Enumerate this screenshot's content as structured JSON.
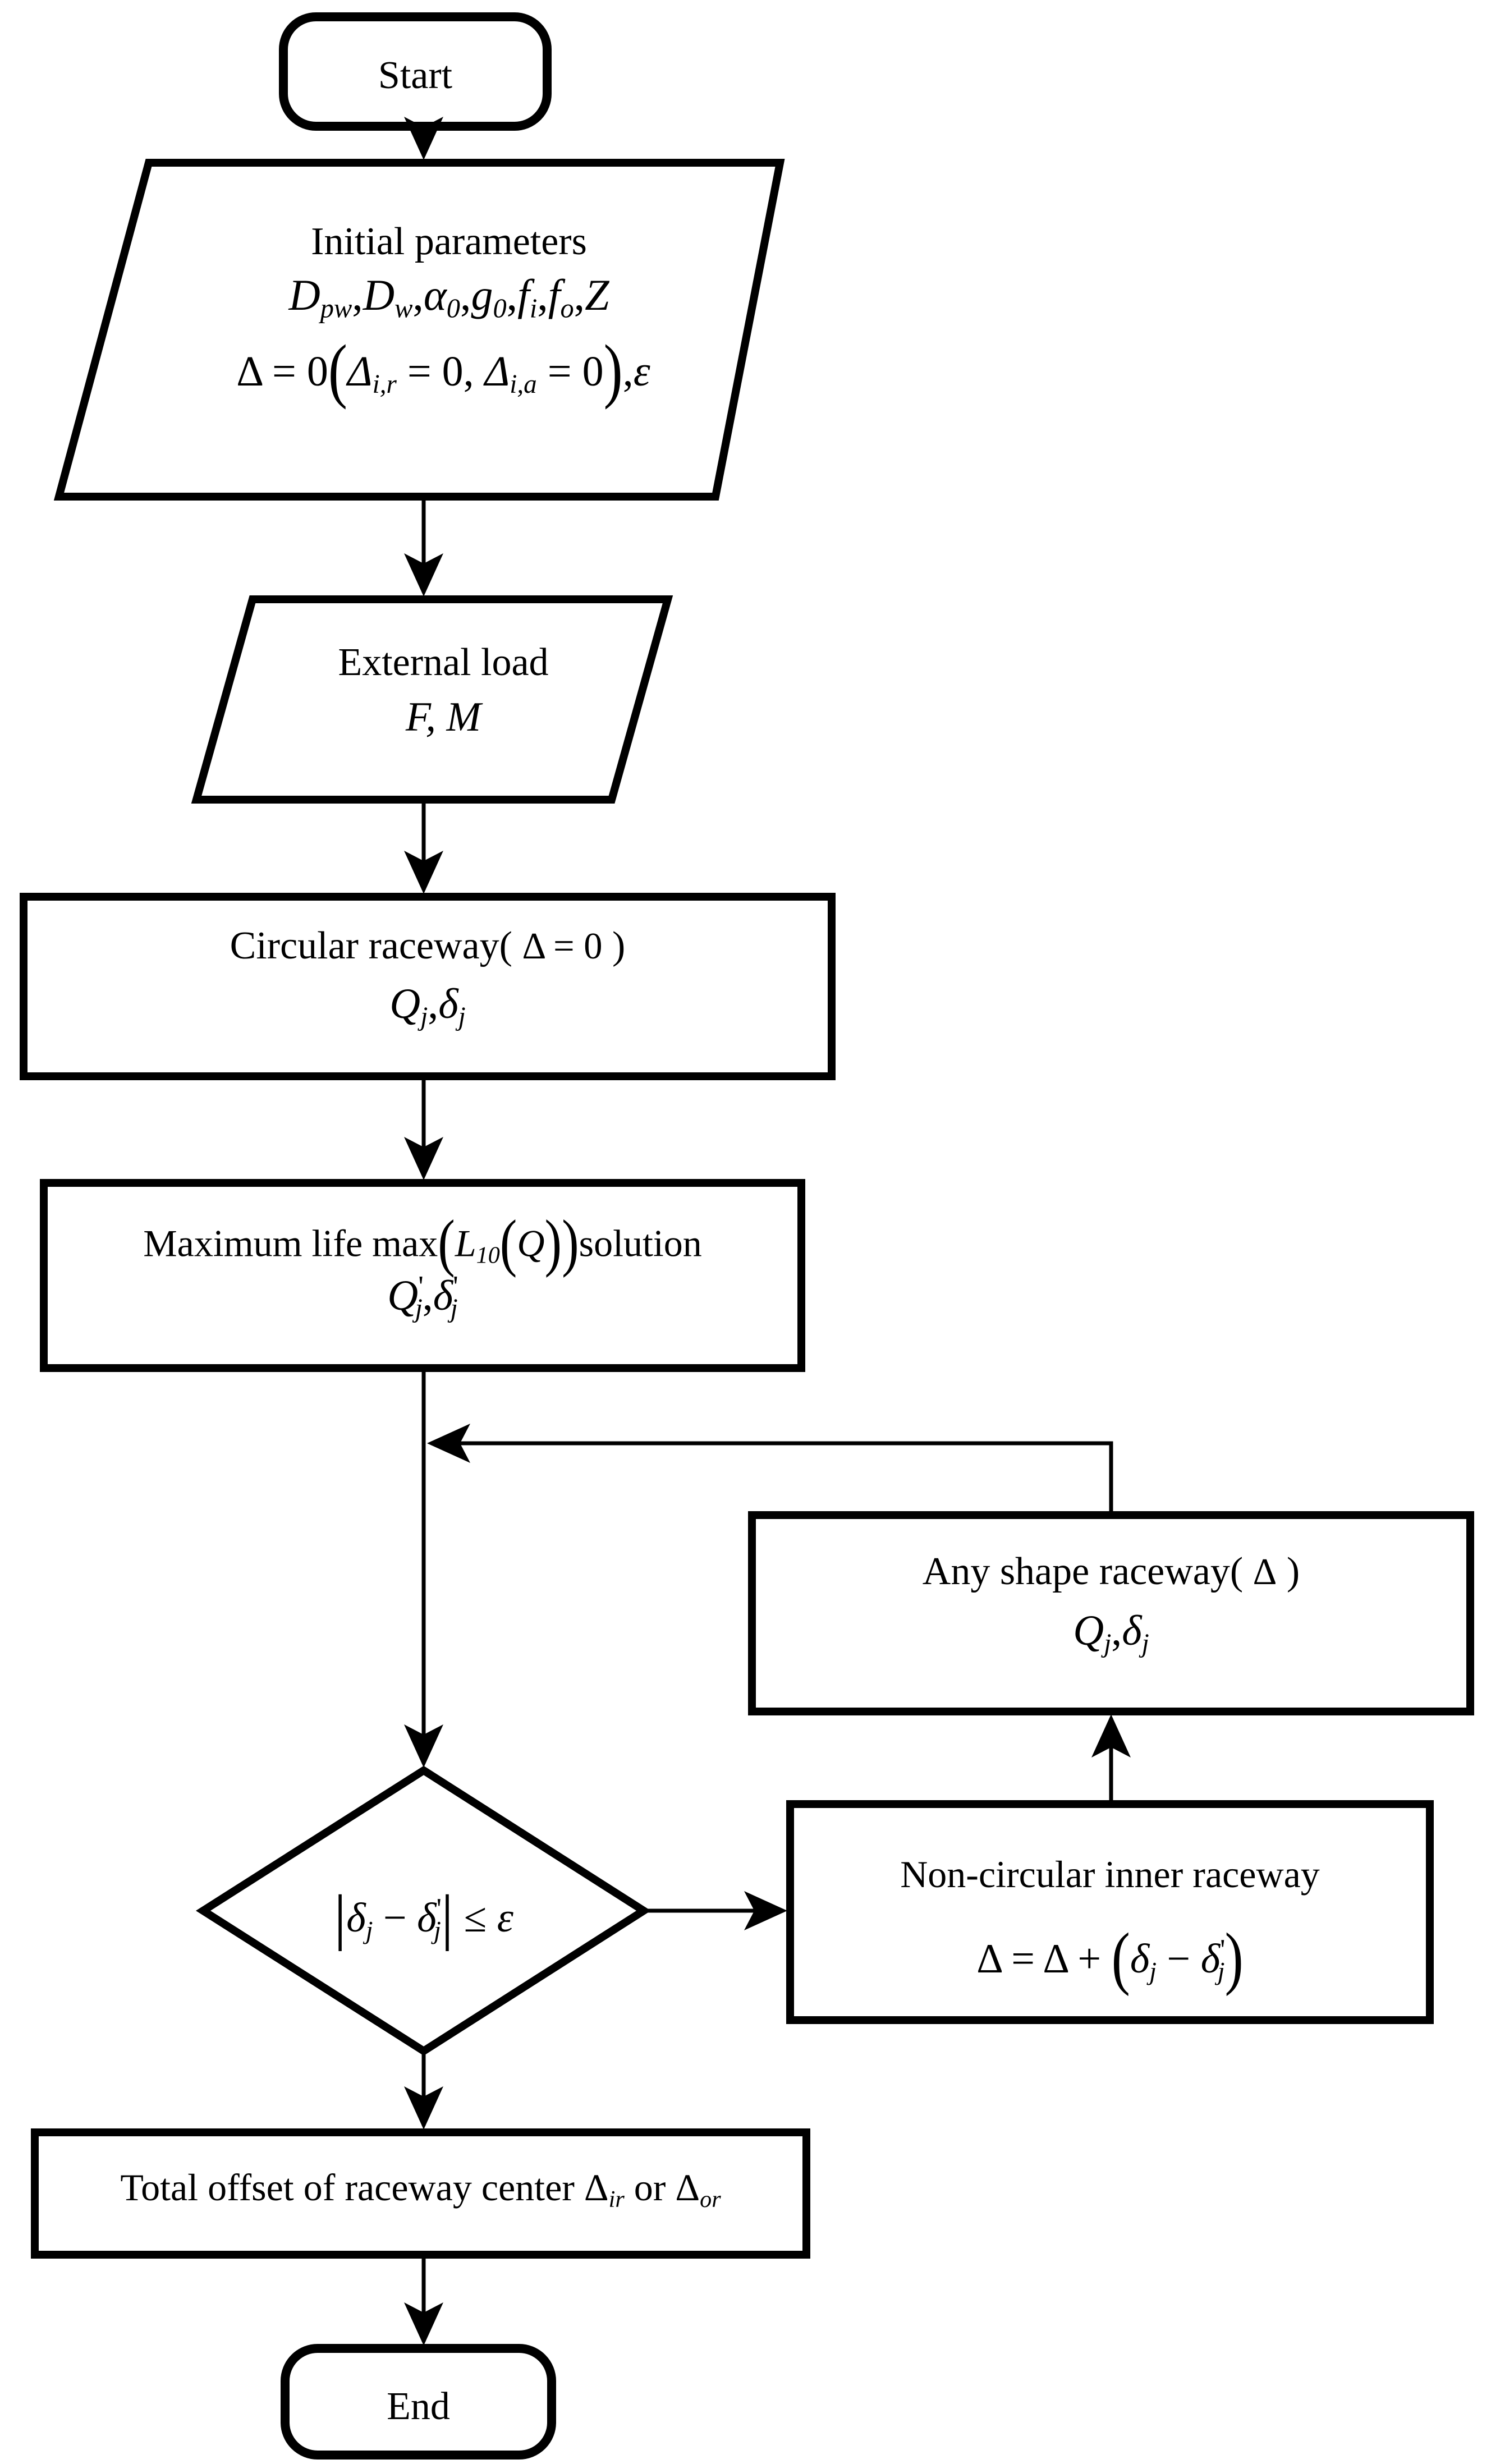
{
  "diagram": {
    "title": "Bearing raceway offset iterative solution flowchart",
    "stroke_color": "#000000",
    "fill_color": "#ffffff"
  },
  "nodes": {
    "start": {
      "shape": "terminator",
      "label": "Start"
    },
    "initial_parameters": {
      "shape": "parallelogram",
      "line1": "Initial parameters",
      "line2_math": "D",
      "line2_sub1": "pw",
      "line2_b": "D",
      "line2_sub2": "w",
      "line2_c": "α",
      "line2_sub3": "0",
      "line2_d": "g",
      "line2_sub4": "0",
      "line2_e": "f",
      "line2_sub5": "i",
      "line2_f": "f",
      "line2_sub6": "o",
      "line2_g": "Z",
      "line3_a": "Δ = 0",
      "line3_b": "Δ",
      "line3_sub1": "i,r",
      "line3_c": " = 0, ",
      "line3_d": "Δ",
      "line3_sub2": "i,a",
      "line3_e": " = 0",
      "line3_f": ", ε",
      "plain_line2": "D_pw , D_w , α_0 , g_0 , f_i , f_o , Z",
      "plain_line3": "Δ = 0(Δ_i,r = 0, Δ_i,a = 0), ε"
    },
    "external_load": {
      "shape": "parallelogram",
      "line1": "External load",
      "line2": "F,  M"
    },
    "circular_raceway": {
      "shape": "process",
      "line1_a": "Circular raceway( ",
      "line1_b": "Δ = 0",
      "line1_c": " )",
      "line2_q": "Q",
      "line2_qsub": "j",
      "line2_sep": ",",
      "line2_d": "δ",
      "line2_dsub": "j",
      "plain_line1": "Circular raceway( Δ = 0 )",
      "plain_line2": "Q_j , δ_j"
    },
    "maximum_life": {
      "shape": "process",
      "line1_a": "Maximum life  max",
      "line1_l": "L",
      "line1_lsub": "10",
      "line1_q": "Q",
      "line1_b": "solution",
      "line2_q": "Q",
      "line2_qsub": "j",
      "line2_d": "δ",
      "line2_dsub": "j",
      "prime": "'",
      "plain_line1": "Maximum life  max(L_10(Q))solution",
      "plain_line2": "Q'_j , δ'_j"
    },
    "any_shape_raceway": {
      "shape": "process",
      "line1_a": "Any shape raceway( ",
      "line1_b": "Δ",
      "line1_c": " )",
      "line2_q": "Q",
      "line2_qsub": "j",
      "line2_d": "δ",
      "line2_dsub": "j",
      "plain_line1": "Any shape raceway( Δ )",
      "plain_line2": "Q_j , δ_j"
    },
    "decision": {
      "shape": "diamond",
      "d1": "δ",
      "d1sub": "j",
      "minus": " − ",
      "d2": "δ",
      "d2sub": "j",
      "prime": "'",
      "tail": " ≤ ε",
      "plain": "|δ_j − δ'_j| ≤ ε"
    },
    "non_circular_inner_raceway": {
      "shape": "process",
      "line1": "Non-circular inner raceway",
      "line2_a": "Δ = Δ + ",
      "line2_d1": "δ",
      "line2_d1sub": "j",
      "line2_minus": " − ",
      "line2_d2": "δ",
      "line2_d2sub": "j",
      "prime": "'",
      "plain_line2": "Δ = Δ + (δ_j − δ'_j)"
    },
    "total_offset": {
      "shape": "process",
      "text_a": "Total offset of raceway center ",
      "delta1": "Δ",
      "sub1": "ir",
      "or": " or ",
      "delta2": "Δ",
      "sub2": "or",
      "plain": "Total offset of raceway center Δ_ir or Δ_or"
    },
    "end": {
      "shape": "terminator",
      "label": "End"
    }
  },
  "connectors": [
    {
      "name": "start-to-initial",
      "from": "start",
      "to": "initial_parameters",
      "arrow": "down"
    },
    {
      "name": "initial-to-external",
      "from": "initial_parameters",
      "to": "external_load",
      "arrow": "down"
    },
    {
      "name": "external-to-circular",
      "from": "external_load",
      "to": "circular_raceway",
      "arrow": "down"
    },
    {
      "name": "circular-to-maxlife",
      "from": "circular_raceway",
      "to": "maximum_life",
      "arrow": "down"
    },
    {
      "name": "maxlife-to-decision",
      "from": "maximum_life",
      "to": "decision",
      "arrow": "down"
    },
    {
      "name": "decision-no-to-noncircular",
      "from": "decision",
      "to": "non_circular_inner_raceway",
      "arrow": "right"
    },
    {
      "name": "noncircular-to-anyshape",
      "from": "non_circular_inner_raceway",
      "to": "any_shape_raceway",
      "arrow": "up"
    },
    {
      "name": "anyshape-loopback",
      "from": "any_shape_raceway",
      "to": "maxlife-to-decision",
      "arrow": "left"
    },
    {
      "name": "decision-yes-to-totaloffset",
      "from": "decision",
      "to": "total_offset",
      "arrow": "down"
    },
    {
      "name": "totaloffset-to-end",
      "from": "total_offset",
      "to": "end",
      "arrow": "down"
    }
  ]
}
